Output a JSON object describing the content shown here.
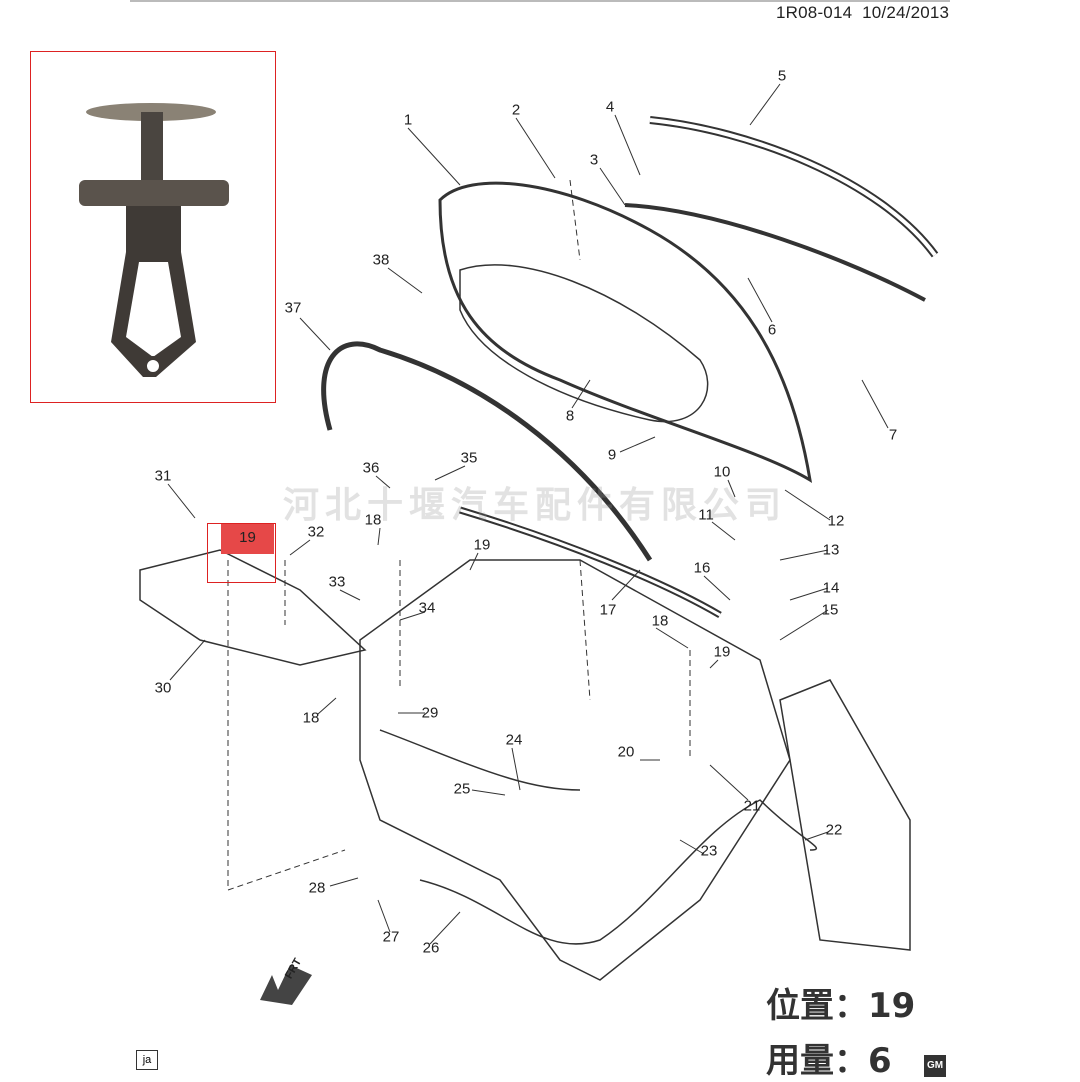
{
  "header": {
    "diagram_id": "1R08-014",
    "date": "10/24/2013"
  },
  "callouts": [
    "1",
    "2",
    "3",
    "4",
    "5",
    "6",
    "7",
    "8",
    "9",
    "10",
    "11",
    "12",
    "13",
    "14",
    "15",
    "16",
    "17",
    "18",
    "19",
    "32",
    "31",
    "30",
    "33",
    "34",
    "35",
    "36",
    "37",
    "38",
    "18",
    "19",
    "18",
    "29",
    "20",
    "21",
    "22",
    "23",
    "24",
    "25",
    "26",
    "27",
    "28"
  ],
  "highlight": {
    "label": "19",
    "color": "#e64848"
  },
  "watermark": "河北十堰汽车配件有限公司",
  "info": {
    "position_label": "位置：",
    "position_value": "19",
    "quantity_label": "用量：",
    "quantity_value": "6"
  },
  "badges": {
    "ja": "ja",
    "gm": "GM",
    "frt": "FRT"
  }
}
